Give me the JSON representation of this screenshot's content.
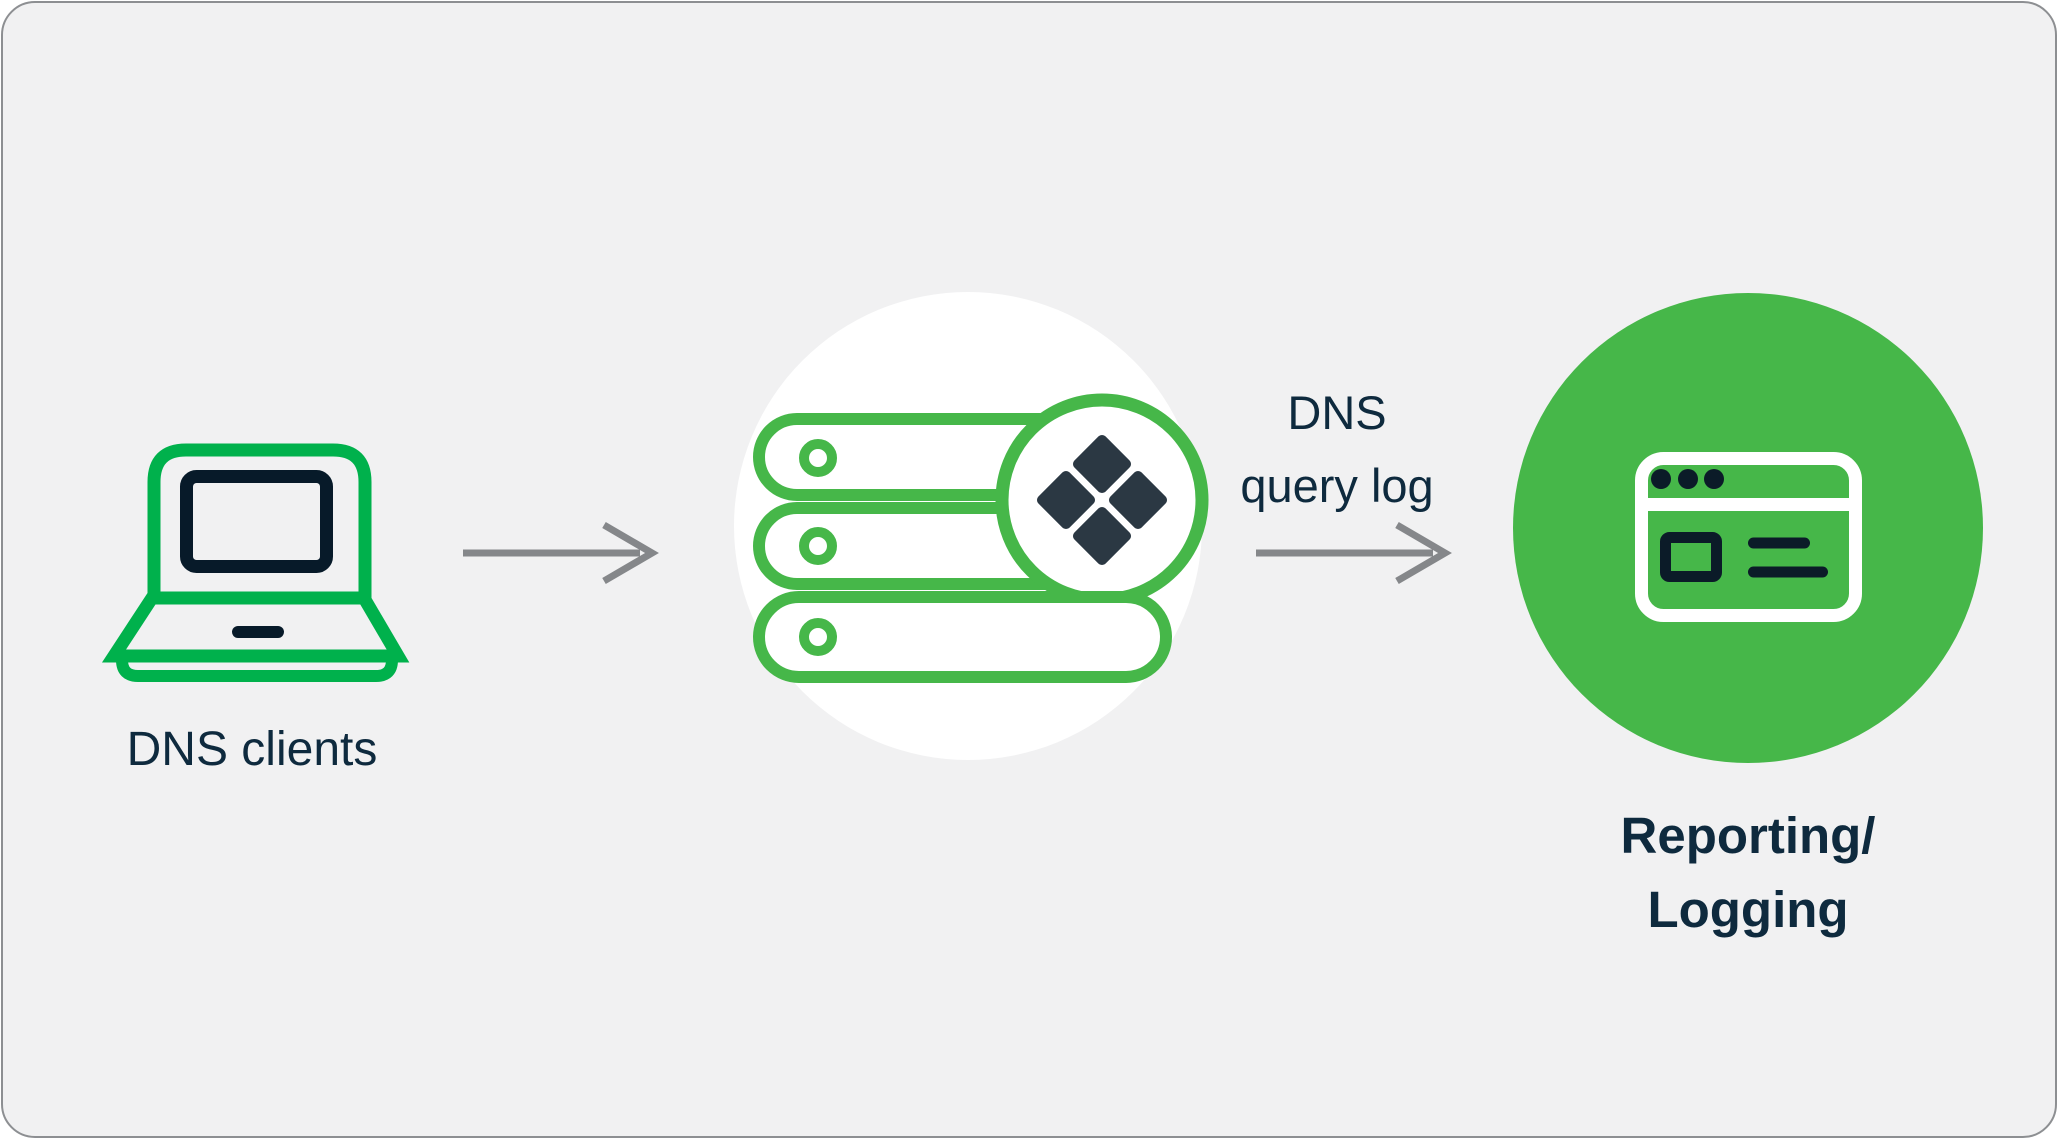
{
  "colors": {
    "panel_bg": "#f1f1f2",
    "panel_border": "#8d8f92",
    "laptop_green": "#00b14c",
    "green": "#46b749",
    "navy": "#0e2a3e",
    "slate": "#2b3843",
    "icon_dark": "#0b1b28",
    "screen_navy": "#071a29",
    "arrow_gray": "#85878a",
    "white": "#ffffff"
  },
  "icons": {
    "clients": "laptop-icon",
    "server": "server-stack-icon",
    "server_logo": "diamond-logo-icon",
    "reporting": "browser-window-icon",
    "flow": "arrow-right-icon"
  },
  "clients": {
    "label": "DNS clients"
  },
  "edge_label": {
    "line1": "DNS",
    "line2": "query log"
  },
  "reporting": {
    "line1": "Reporting/",
    "line2": "Logging"
  }
}
